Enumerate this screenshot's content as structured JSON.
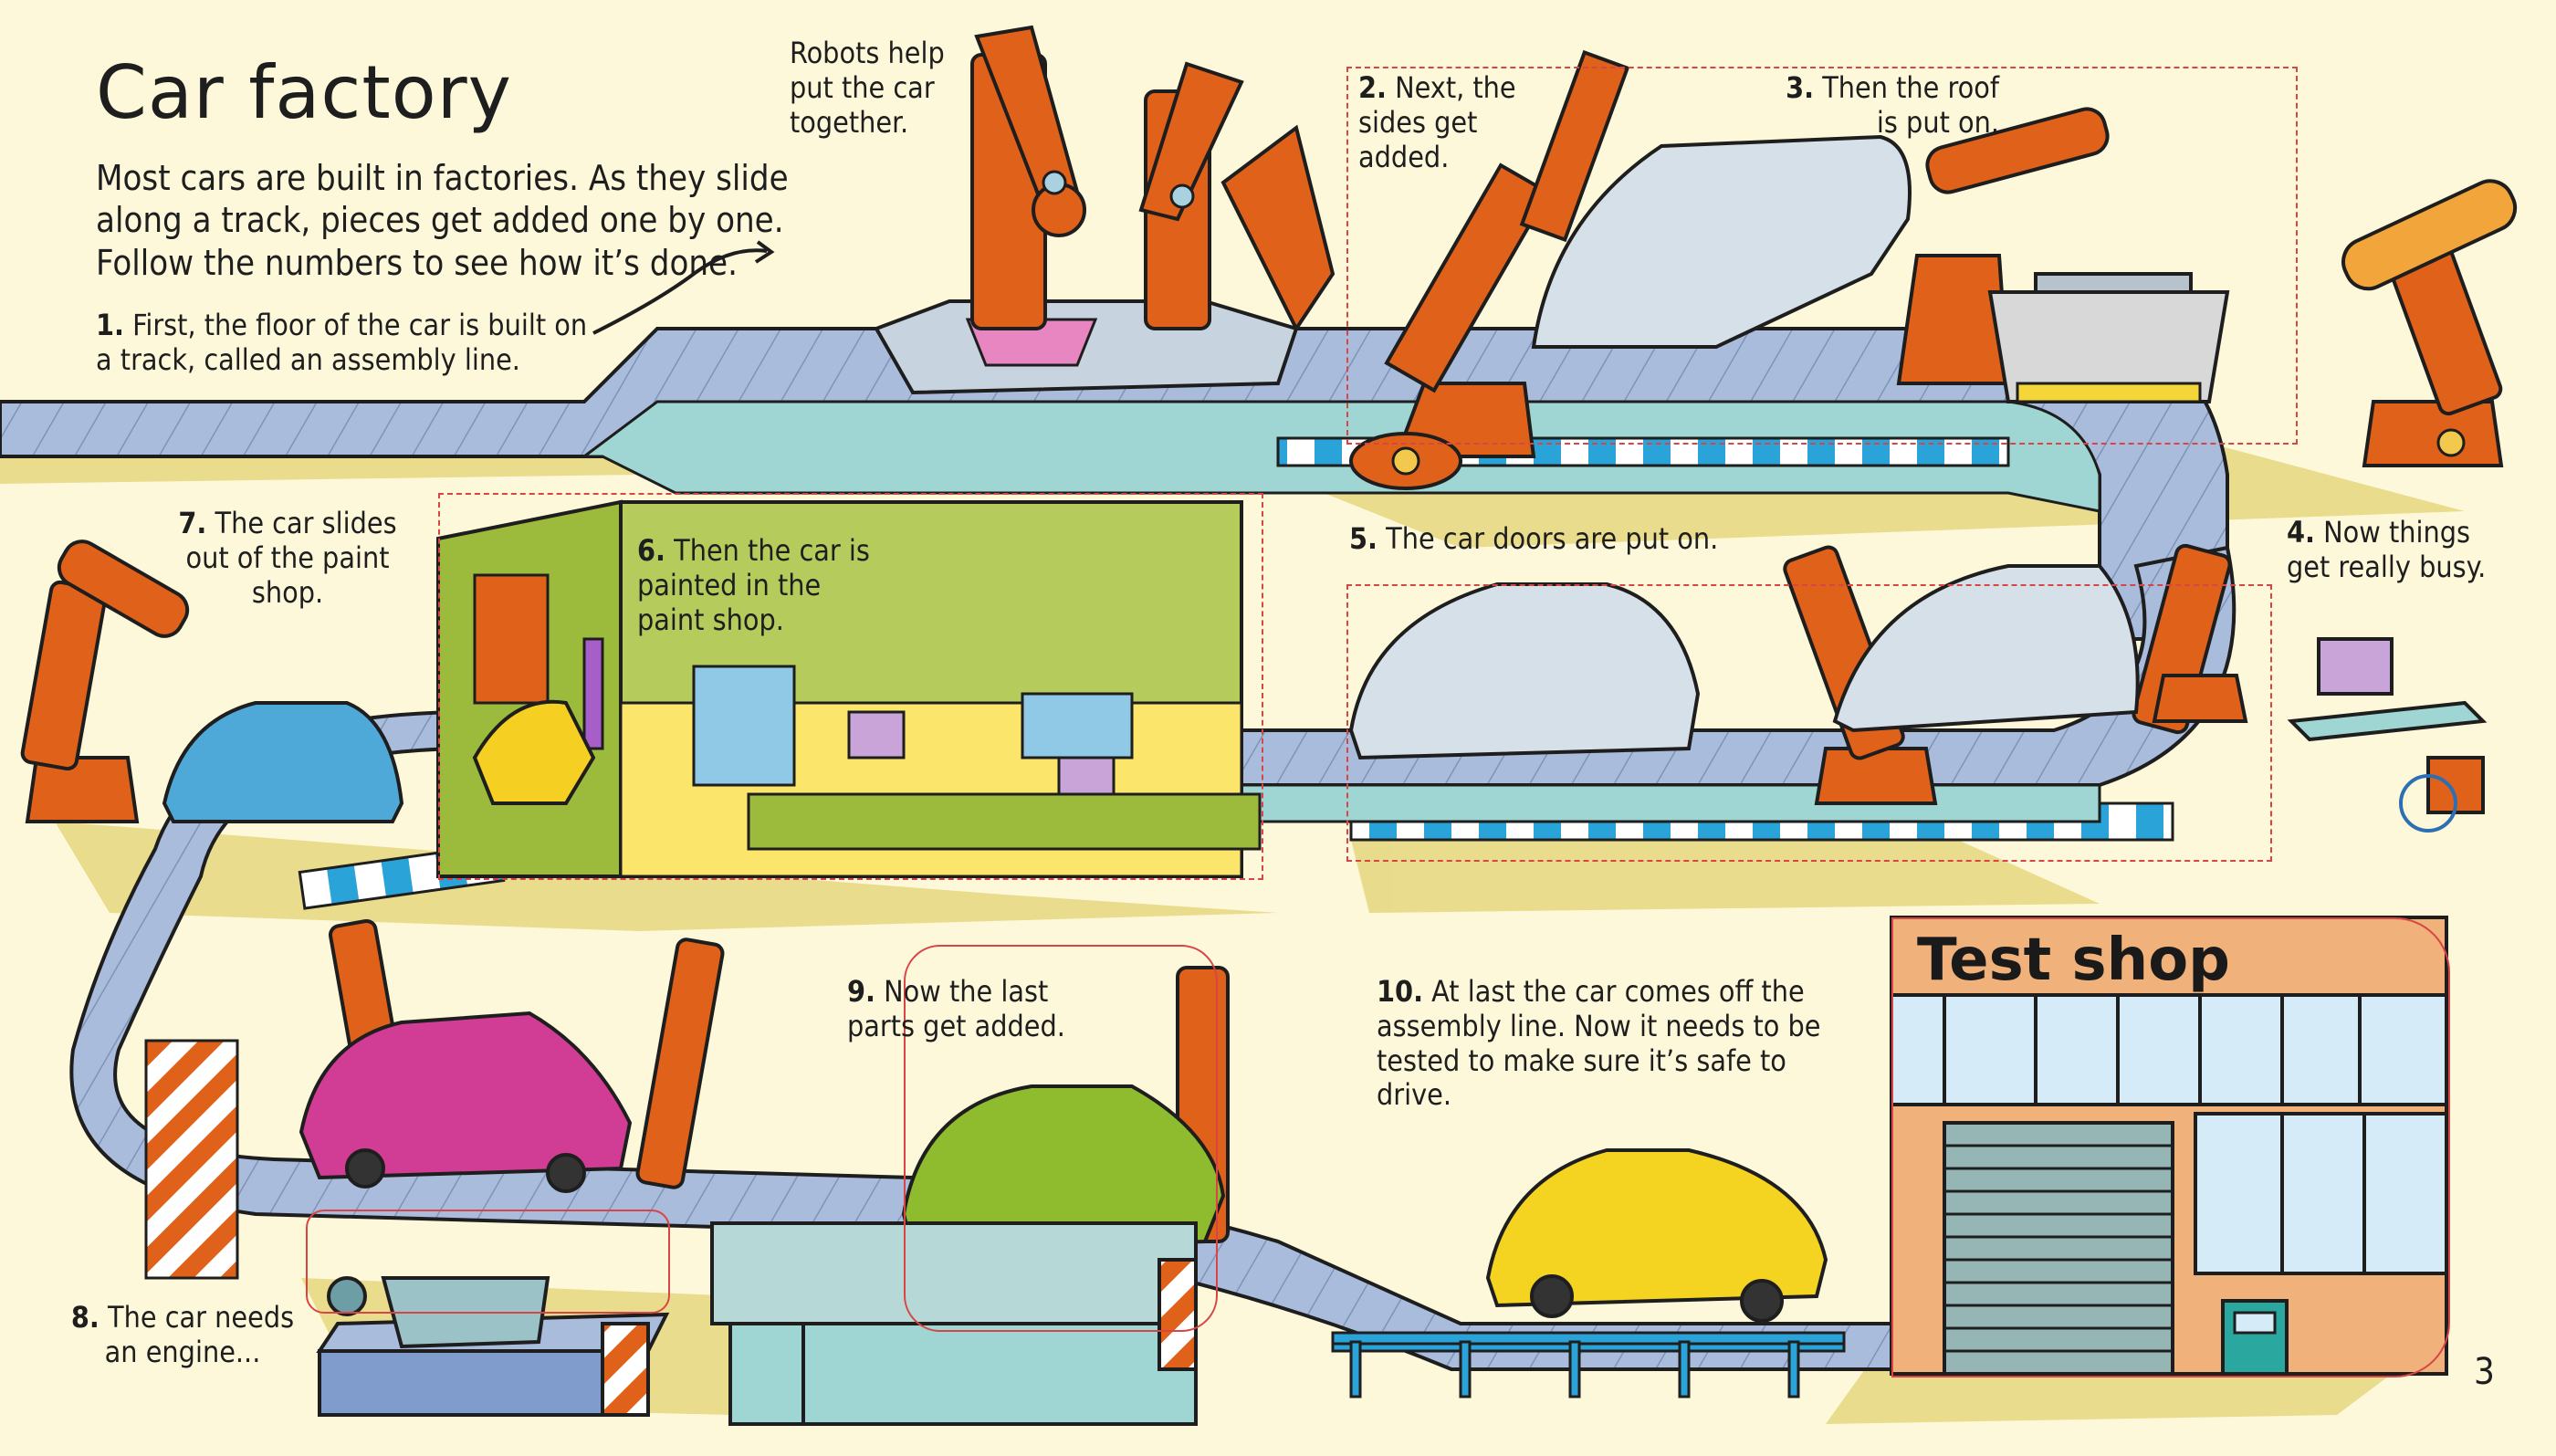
{
  "page": {
    "title": "Car factory",
    "intro": "Most cars are built in factories. As they slide along a track, pieces get added one by one. Follow the numbers to see how it’s done.",
    "page_number": "3"
  },
  "captions": {
    "robots": "Robots help put the car together.",
    "steps": [
      {
        "num": "1.",
        "text": "First, the floor of the car is built on a track, called an assembly line."
      },
      {
        "num": "2.",
        "text": "Next, the sides get added."
      },
      {
        "num": "3.",
        "text": "Then the roof is put on."
      },
      {
        "num": "4.",
        "text": "Now things get really busy."
      },
      {
        "num": "5.",
        "text": "The car doors are put on."
      },
      {
        "num": "6.",
        "text": "Then the car is painted in the paint shop."
      },
      {
        "num": "7.",
        "text": "The car slides out of the paint shop."
      },
      {
        "num": "8.",
        "text": "The car needs an engine..."
      },
      {
        "num": "9.",
        "text": "Now the last parts get added."
      },
      {
        "num": "10.",
        "text": "At last the car comes off the assembly line. Now it needs to be tested to make sure it’s safe to drive."
      }
    ]
  },
  "buildings": {
    "test_shop_sign": "Test shop"
  },
  "colors": {
    "background": "#fdf8da",
    "track_blue": "#a9bcdc",
    "track_teal": "#9fd6d3",
    "robot_orange": "#e0611a",
    "paint_shop_green": "#b5cc5c",
    "test_shop_tan": "#f0b27a",
    "shadow_yellow": "#e5d77e",
    "annotation_red": "#d94545"
  }
}
